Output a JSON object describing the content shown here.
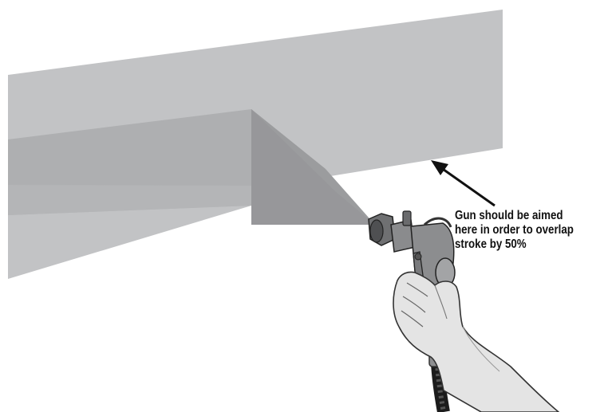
{
  "callout": {
    "lines": [
      "Gun should be aimed",
      "here in order to overlap",
      "stroke by 50%"
    ]
  },
  "colors": {
    "background": "#ffffff",
    "wall_light": "#c2c3c5",
    "wall_mid": "#aeafb1",
    "spray_fan": "#9b9c9e",
    "gun_body": "#7d7e80",
    "hand": "#e4e4e4",
    "text": "#111111"
  }
}
